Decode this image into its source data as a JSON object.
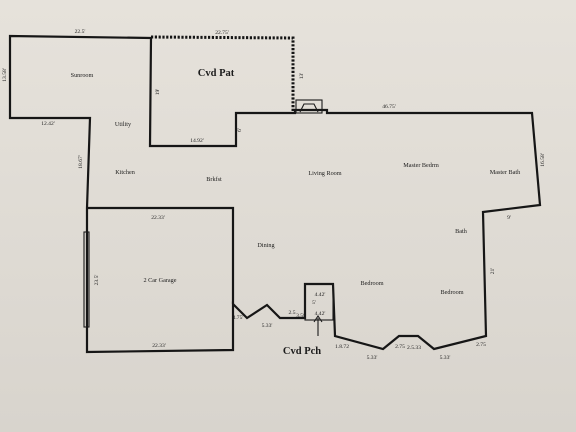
{
  "plan": {
    "rooms": {
      "sunroom": "Sunroom",
      "cvd_pat": "Cvd Pat",
      "utility": "Utility",
      "kitchen": "Kitchen",
      "brkfst": "Brkfst",
      "living_room": "Living Room",
      "master_bedrm": "Master Bedrm",
      "master_bath": "Master Bath",
      "bath": "Bath",
      "dining": "Dining",
      "garage": "2 Car Garage",
      "bedroom_1": "Bedroom",
      "bedroom_2": "Bedroom",
      "cvd_pch": "Cvd Pch"
    },
    "dims": {
      "sunroom_top": "22.5'",
      "sunroom_left": "13.58'",
      "patio_top": "22.75'",
      "patio_left": "19'",
      "patio_right": "13'",
      "patio_bottom": "14.92'",
      "patio_step": "6'",
      "ledge_left": "12.42'",
      "kitchen_left": "18.67'",
      "top_right": "46.75'",
      "right_side": "16.58'",
      "bath_notch": "9'",
      "right_lower": "21'",
      "garage_top": "22.33'",
      "garage_side": "23.5'",
      "garage_bottom": "22.33'",
      "bay_left_side": "4.75'",
      "bay_left_bottom": "5.33'",
      "bay_left_small": "2.5",
      "porch_left": "3.58",
      "porch_top": "4.42'",
      "porch_side": "5'",
      "porch_bottom": "4.42'",
      "bay_r1_side": "1.8.72",
      "bay_r1_bottom": "5.33'",
      "bay_r_mid": "2.75",
      "bay_r2_side": "2.5.33",
      "bay_r2_bottom": "5.33'",
      "bay_r3_side": "2.75"
    }
  },
  "colors": {
    "ink": "#161616",
    "paper": "#e3dfd8"
  }
}
